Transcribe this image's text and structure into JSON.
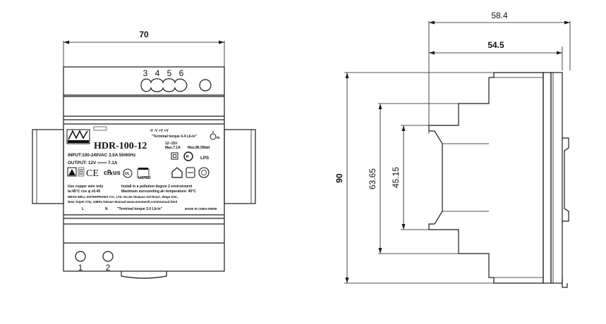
{
  "front_view": {
    "width_dim": "70",
    "height_dim": "90",
    "top_terminals": [
      "3",
      "4",
      "5",
      "6"
    ],
    "bottom_terminals": [
      "1",
      "2"
    ],
    "label": {
      "polarity_marks": "-V   -V   +V   +V",
      "torque_top": "\"Terminal torque 4.4 Lb-in\"",
      "model": "HDR-100-12",
      "ratings_line1": "12~15V",
      "ratings_line2": "Max.7.1A",
      "ratings_line3": "Max.86.5Watt",
      "input_line": "INPUT:100-240VAC  3.0A  50/60Hz",
      "output_line": "OUTPUT: 12V ═══ 7.1A",
      "lps_mark": "LPS",
      "ce_mark": "CE",
      "wire_note": "Use copper wire only",
      "temp_note": "ta:45°C   cos φ ≥0.45",
      "pollution_note": "Install in a  pollution degree 2 environment",
      "max_temp_note": "Maximum surrounding air temperature: 45°C",
      "company_line": "MEAN WELL ENTERPRISES CO., LTD.   No.28, Wuquan 3rd Road., Wugu Dist.,",
      "address_line": "New Taipei City, 24891,Taiwan    Manual:www.meanwell.com/manual.html",
      "bottom_l": "L",
      "bottom_n": "N",
      "torque_bottom": "\"Terminal torque 3.0 Lb-in\"",
      "made_in": "MADE IN CHINA  MW08"
    }
  },
  "side_view": {
    "depth_outer": "58.4",
    "depth_inner": "54.5",
    "height_step_outer": "63.65",
    "height_step_inner": "45.15"
  }
}
